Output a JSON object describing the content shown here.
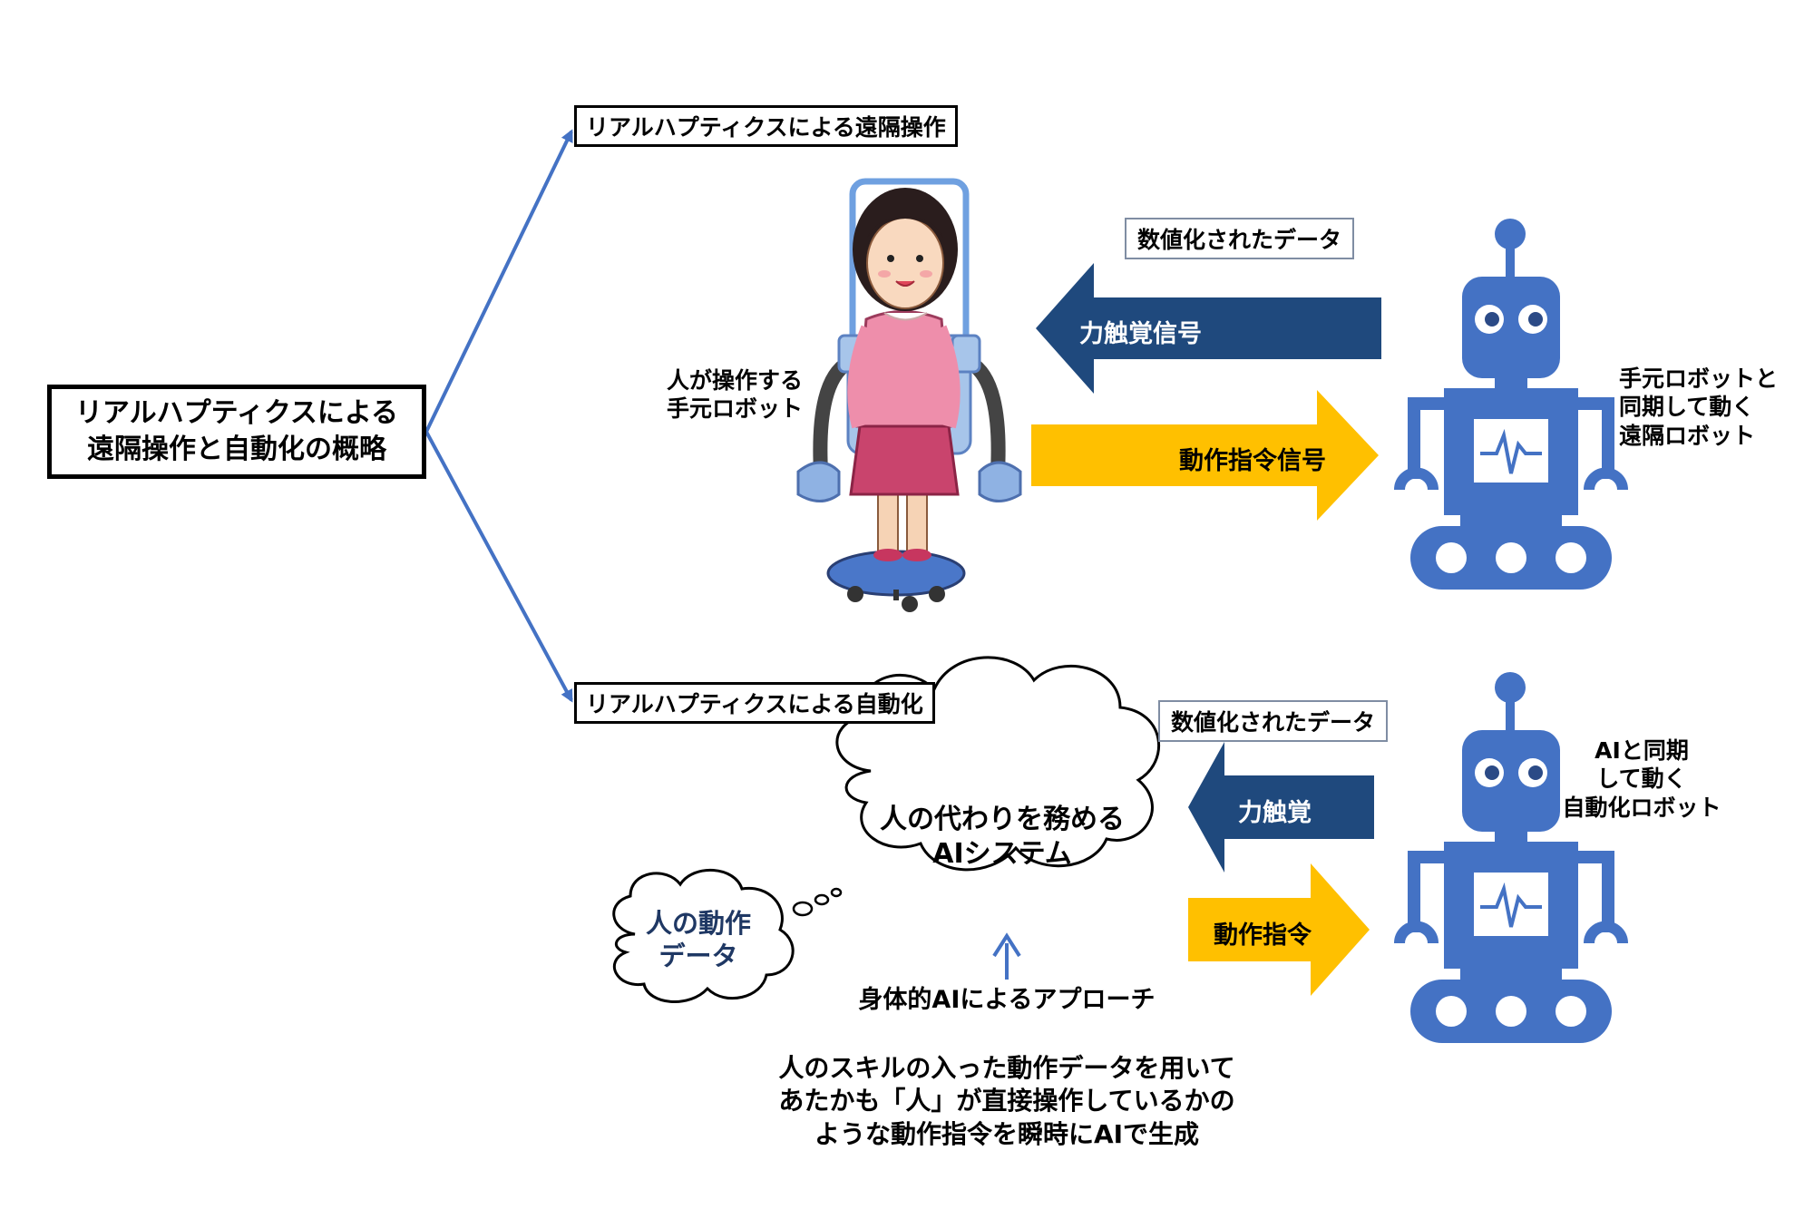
{
  "main_title": {
    "line1": "リアルハプティクスによる",
    "line2": "遠隔操作と自動化の概略"
  },
  "branch_teleop": "リアルハプティクスによる遠隔操作",
  "branch_auto": "リアルハプティクスによる自動化",
  "teleop": {
    "data_box": "数値化されたデータ",
    "force_signal": "力触覚信号",
    "command_signal": "動作指令信号",
    "local_robot": {
      "line1": "人が操作する",
      "line2": "手元ロボット"
    },
    "remote_robot": {
      "line1": "手元ロボットと",
      "line2": "同期して動く",
      "line3": "遠隔ロボット"
    }
  },
  "auto": {
    "data_box": "数値化されたデータ",
    "force": "力触覚",
    "command": "動作指令",
    "ai_cloud": {
      "line1": "人の代わりを務める",
      "line2": "AIシステム"
    },
    "motion_cloud": {
      "line1": "人の動作",
      "line2": "データ"
    },
    "approach": "身体的AIによるアプローチ",
    "ai_robot": {
      "line1": "AIと同期",
      "line2": "して動く",
      "line3": "自動化ロボット"
    },
    "description": {
      "line1": "人のスキルの入った動作データを用いて",
      "line2": "あたかも「人」が直接操作しているかの",
      "line3": "ような動作指令を瞬時にAIで生成"
    }
  },
  "colors": {
    "navy_arrow": "#1f497d",
    "yellow_arrow": "#ffc000",
    "robot_blue": "#4472c4",
    "line_blue": "#4472c4",
    "cloud_text": "#1f3864"
  }
}
